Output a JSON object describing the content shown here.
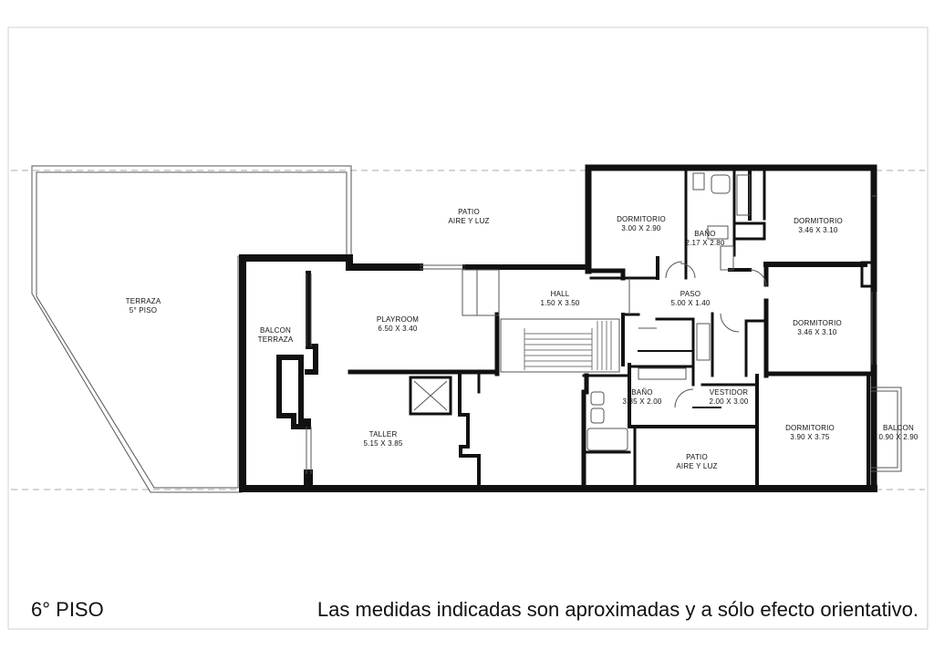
{
  "plan": {
    "rooms": [
      {
        "id": "terraza",
        "name": "TERRAZA",
        "detail": "5° PISO"
      },
      {
        "id": "patio-top",
        "name": "PATIO",
        "detail": "AIRE Y LUZ"
      },
      {
        "id": "dorm-1",
        "name": "DORMITORIO",
        "detail": "3.00 X 2.90"
      },
      {
        "id": "bano-1",
        "name": "BAÑO",
        "detail": "2.17 X 2.80"
      },
      {
        "id": "dorm-2",
        "name": "DORMITORIO",
        "detail": "3.46 X 3.10"
      },
      {
        "id": "balcon-terraza",
        "name": "BALCON",
        "detail": "TERRAZA"
      },
      {
        "id": "hall",
        "name": "HALL",
        "detail": "1.50 X 3.50"
      },
      {
        "id": "paso",
        "name": "PASO",
        "detail": "5.00 X 1.40"
      },
      {
        "id": "playroom",
        "name": "PLAYROOM",
        "detail": "6.50 X 3.40"
      },
      {
        "id": "dorm-3",
        "name": "DORMITORIO",
        "detail": "3.46 X 3.10"
      },
      {
        "id": "bano-2",
        "name": "BAÑO",
        "detail": "3.85 X 2.00"
      },
      {
        "id": "vestidor",
        "name": "VESTIDOR",
        "detail": "2.00 X 3.00"
      },
      {
        "id": "taller",
        "name": "TALLER",
        "detail": "5.15 X 3.85"
      },
      {
        "id": "dorm-4",
        "name": "DORMITORIO",
        "detail": "3.90 X 3.75"
      },
      {
        "id": "balcon",
        "name": "BALCON",
        "detail": "0.90 X 2.90"
      },
      {
        "id": "patio-bottom",
        "name": "PATIO",
        "detail": "AIRE Y LUZ"
      }
    ]
  },
  "footer": {
    "floor": "6° PISO",
    "note": "Las medidas indicadas son aproximadas y a sólo efecto orientativo."
  },
  "colors": {
    "wall": "#111111",
    "line": "#555555",
    "frame": "#c8c8c8"
  }
}
